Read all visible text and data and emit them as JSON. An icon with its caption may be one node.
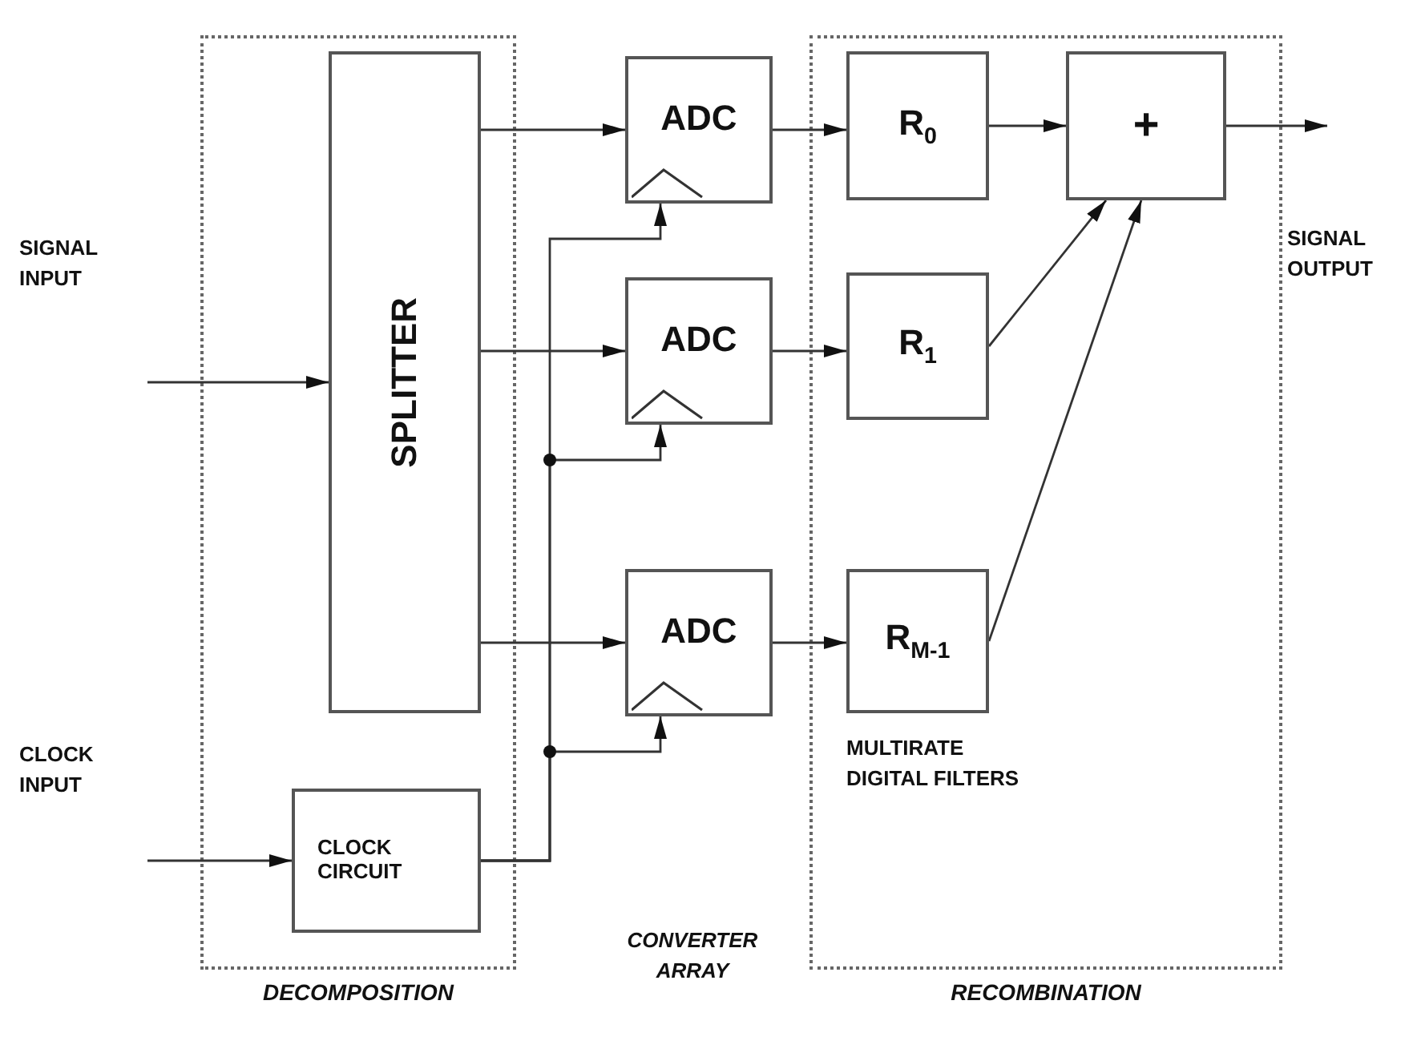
{
  "diagram": {
    "nodes": [
      {
        "text": [
          "DECOMPOSITION"
        ]
      },
      {
        "text": [
          "SPLITTER"
        ],
        "in": 0
      },
      {
        "text": [
          "CLOCK CIRCUIT"
        ],
        "in": 0
      },
      {
        "text": [
          "ADC"
        ]
      },
      {
        "text": [
          "ADC"
        ]
      },
      {
        "text": [
          "ADC"
        ]
      },
      {
        "text": [
          "RECOMBINATION"
        ]
      },
      {
        "text": [
          "R$_{0}$"
        ],
        "in": 6
      },
      {
        "text": [
          "+"
        ],
        "in": 6
      },
      {
        "text": [
          "R$_{1}$"
        ],
        "in": 6
      },
      {
        "text": [
          "R$_{M-1}$"
        ],
        "in": 6
      }
    ],
    "edges": [
      {
        "from": null,
        "to": 1,
        "arrow": "to"
      },
      {
        "from": null,
        "to": 2,
        "arrow": "to"
      },
      {
        "from": 1,
        "to": 3,
        "arrow": "to"
      },
      {
        "from": 1,
        "to": 4,
        "arrow": "to"
      },
      {
        "from": 1,
        "to": 5,
        "arrow": "to"
      },
      {
        "from": 2,
        "to": 3,
        "arrow": "to"
      },
      {
        "from": 2,
        "to": 4,
        "arrow": "to"
      },
      {
        "from": 2,
        "to": 5,
        "arrow": "to"
      },
      {
        "from": 3,
        "to": 7,
        "arrow": "to"
      },
      {
        "from": 4,
        "to": 9,
        "arrow": "to"
      },
      {
        "from": 5,
        "to": 10,
        "arrow": "to"
      },
      {
        "from": 7,
        "to": 8,
        "arrow": "to"
      },
      {
        "from": 9,
        "to": 8,
        "arrow": "to"
      },
      {
        "from": 10,
        "to": 8,
        "arrow": "to"
      },
      {
        "from": 8,
        "to": null,
        "arrow": "to"
      }
    ],
    "labels": [
      "SIGNAL INPUT",
      "SIGNAL OUTPUT",
      "CLOCK INPUT",
      "MULTIRATE DIGITAL FILTERS",
      "CONVERTER ARRAY"
    ]
  }
}
